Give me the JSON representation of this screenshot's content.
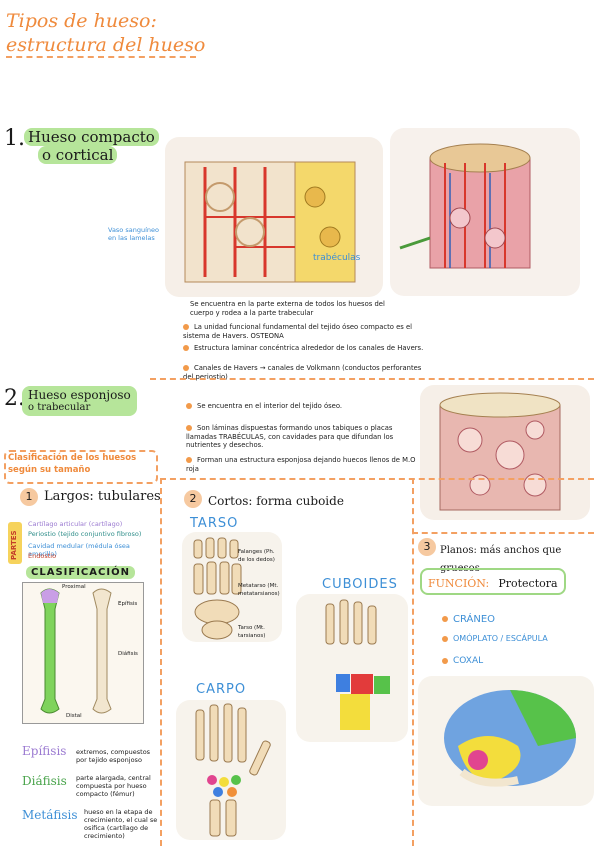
{
  "title": {
    "line1": "Tipos de hueso:",
    "line2": "estructura del hueso"
  },
  "section1": {
    "number": "1.",
    "title_line1": "Hueso compacto",
    "title_line2": "o cortical",
    "side_note": "Vaso sanguíneo en las lamelas",
    "bullets": [
      "Se encuentra en la parte externa de todos los huesos del cuerpo y rodea a la parte trabecular",
      "La unidad funcional fundamental del tejido óseo compacto es el sistema de Havers. OSTEONA",
      "Estructura laminar concéntrica alrededor de los canales de Havers.",
      "Canales de Havers → canales de Volkmann (conductos perforantes del periostio)"
    ],
    "illustration_note": "trabéculas"
  },
  "section2": {
    "number": "2.",
    "title_line1": "Hueso esponjoso",
    "title_line2": "o trabecular",
    "bullets": [
      "Se encuentra en el interior del tejido óseo.",
      "Son láminas dispuestas formando unos tabiques o placas llamadas TRABÉCULAS, con cavidades para que difundan los nutrientes y desechos.",
      "Forman una estructura esponjosa dejando huecos llenos de M.O roja"
    ]
  },
  "classification": {
    "title_line1": "Clasificación de los huesos",
    "title_line2": "según su tamaño"
  },
  "largos": {
    "number": "1",
    "title": "Largos: tubulares",
    "parts_label": "PARTES",
    "parts": [
      "Cartílago articular (cartílago)",
      "Periostio (tejido conjuntivo fibroso)",
      "Cavidad medular (médula ósea amarilla)",
      "Endostio"
    ],
    "subtitle": "CLASIFICACIÓN",
    "bone_labels": [
      "Proximal",
      "Epífisis",
      "Diáfisis",
      "Distal"
    ],
    "terms": [
      {
        "name": "Epífisis",
        "desc": "extremos, compuestos por tejido esponjoso"
      },
      {
        "name": "Diáfisis",
        "desc": "parte alargada, central compuesta por hueso compacto (fémur)"
      },
      {
        "name": "Metáfisis",
        "desc": "hueso en la etapa de crecimiento, el cual se osifica (cartílago de crecimiento)"
      }
    ]
  },
  "cortos": {
    "number": "2",
    "title": "Cortos: forma cuboide",
    "tarso": "TARSO",
    "carpo": "CARPO",
    "cuboides": "CUBOIDES",
    "tarso_labels": [
      "Falanges (Ph. de los dedos)",
      "Metatarso (Mt. metatarsianos)",
      "Tarso (Mt. tarsianos)"
    ]
  },
  "planos": {
    "number": "3",
    "title": "Planos: más anchos que gruesos",
    "function_label": "FUNCIÓN:",
    "function_value": "Protectora",
    "examples": [
      "CRÁNEO",
      "OMÓPLATO / ESCÁPULA",
      "COXAL"
    ]
  },
  "colors": {
    "accent": "#ef8a3c",
    "highlight": "#b6e59a",
    "blue": "#3d8fd6"
  }
}
